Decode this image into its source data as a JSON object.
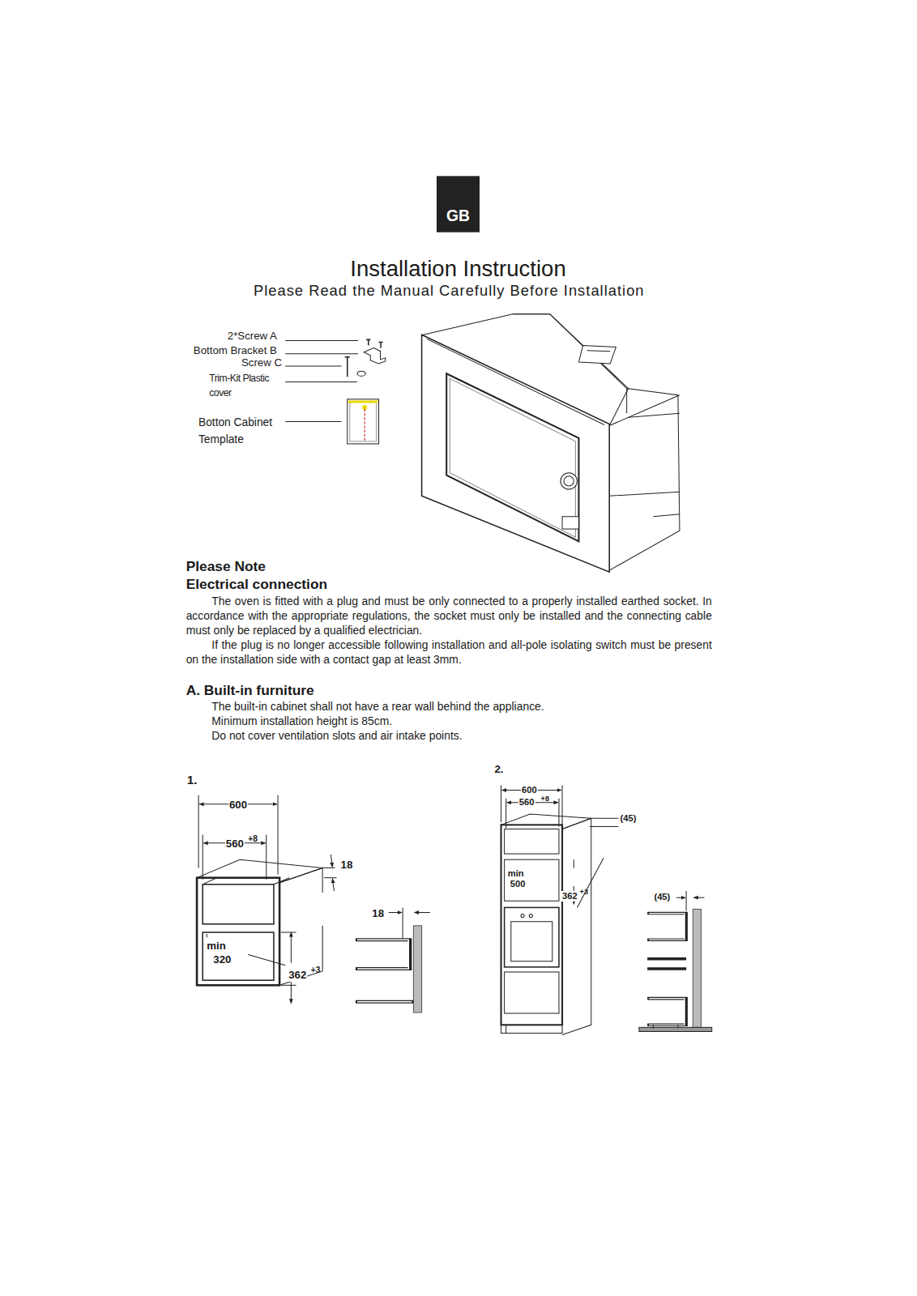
{
  "diagram": {
    "title": "Installation Instruction",
    "labels": [
      "GB",
      "Please Read the Manual Carefully Before Installation",
      "2*Screw A",
      "Bottom Bracket B",
      "Screw C",
      "Trim-Kit Plastic cover",
      "Botton Cabinet Template",
      "Please Note",
      "Electrical connection",
      "The oven is fitted with a plug and must be only connected to a properly installed earthed socket. In accordance with the appropriate regulations, the socket must only be installed and the connecting cable must only be replaced by a qualified electrician.",
      "If the plug is no longer accessible following installation and all-pole isolating switch must be present on the installation side with a contact gap at least 3mm.",
      "A. Built-in furniture",
      "The built-in cabinet shall not have a rear wall behind the appliance.",
      "Minimum installation height is 85cm.",
      "Do not cover ventilation slots and air intake points.",
      "1.",
      "600",
      "560",
      "+8",
      "18",
      "18",
      "min",
      "320",
      "362",
      "+3",
      "2.",
      "600",
      "560",
      "+8",
      "(45)",
      "min",
      "500",
      "362",
      "+3",
      "(45)"
    ]
  }
}
